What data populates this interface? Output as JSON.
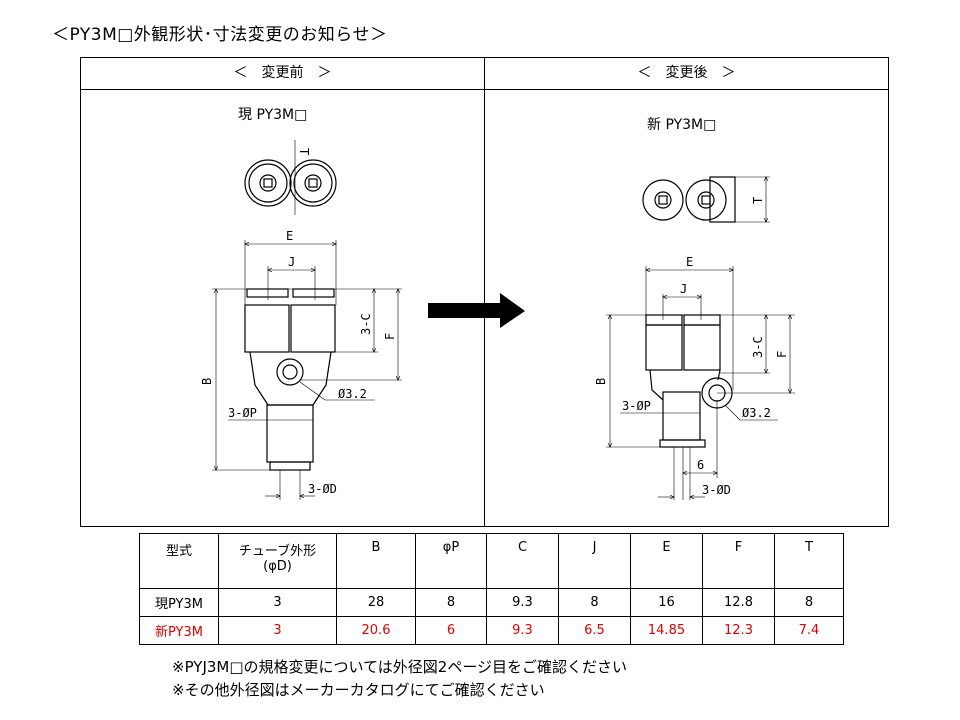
{
  "title": "＜PY3M□外観形状･寸法変更のお知らせ＞",
  "before": {
    "header": "＜　変更前　＞",
    "caption": "現 PY3M□"
  },
  "after": {
    "header": "＜　変更後　＞",
    "caption": "新 PY3M□"
  },
  "dims": {
    "T": "T",
    "E": "E",
    "J": "J",
    "C": "3-C",
    "F": "F",
    "B": "B",
    "hole": "Ø3.2",
    "P": "3-ØP",
    "D": "3-ØD",
    "six": "6"
  },
  "colors": {
    "new_row": "#e00000"
  },
  "table": {
    "headers": [
      "型式",
      "チューブ外形",
      "(φD)",
      "B",
      "φP",
      "C",
      "J",
      "E",
      "F",
      "T"
    ],
    "rows": [
      [
        "現PY3M",
        "3",
        "28",
        "8",
        "9.3",
        "8",
        "16",
        "12.8",
        "8"
      ],
      [
        "新PY3M",
        "3",
        "20.6",
        "6",
        "9.3",
        "6.5",
        "14.85",
        "12.3",
        "7.4"
      ]
    ]
  },
  "notes": [
    "※PYJ3M□の規格変更については外径図2ページ目をご確認ください",
    "※その他外径図はメーカーカタログにてご確認ください"
  ]
}
